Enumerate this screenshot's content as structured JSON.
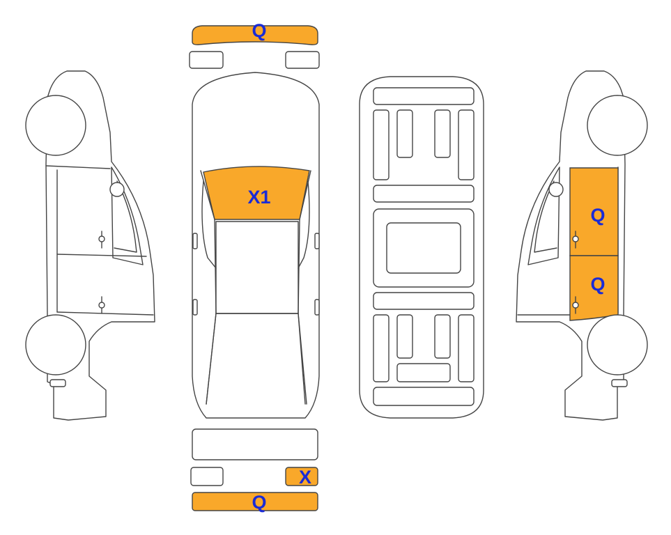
{
  "colors": {
    "damage_fill": "#F9A82A",
    "plain_fill": "#FFFFFF",
    "mark_text": "#1A2BD6",
    "outline": "#444444"
  },
  "marks": {
    "front_bumper": "Q",
    "hood": "X1",
    "right_front_door": "Q",
    "right_rear_door": "Q",
    "rear_right_part": "X",
    "rear_bumper": "Q"
  }
}
